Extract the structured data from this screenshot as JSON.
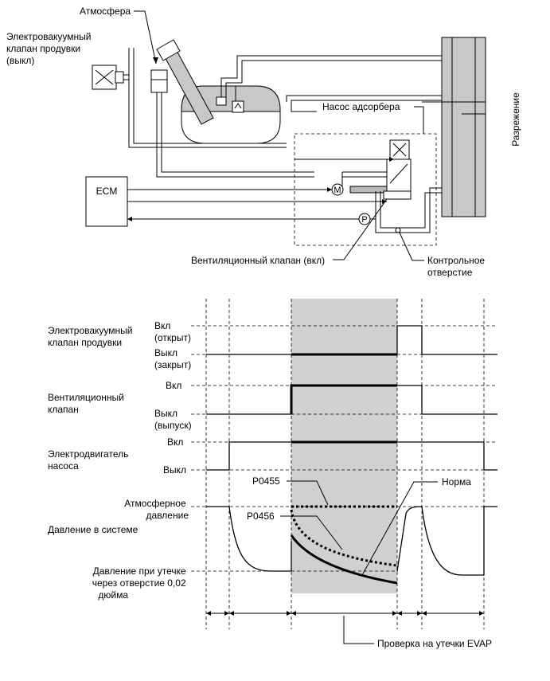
{
  "top_diagram": {
    "atmosphere_label": "Атмосфера",
    "purge_valve_label": [
      "Электровакуумный",
      "клапан продувки",
      "(выкл)"
    ],
    "ecm_label": "ECM",
    "canister_pump_label": "Насос адсорбера",
    "vacuum_label": "Разрежение",
    "vent_valve_label": "Вентиляционный клапан (вкл)",
    "reference_orifice_label": [
      "Контрольное",
      "отверстие"
    ],
    "motor_symbol": "M",
    "pressure_symbol": "P"
  },
  "timing_chart": {
    "rows": [
      {
        "name": [
          "Электровакуумный",
          "клапан продувки"
        ],
        "high_state": [
          "Вкл",
          "(открыт)"
        ],
        "low_state": [
          "Выкл",
          "(закрыт)"
        ]
      },
      {
        "name": [
          "Вентиляционный",
          "клапан"
        ],
        "high_state": [
          "Вкл"
        ],
        "low_state": [
          "Выкл",
          "(выпуск)"
        ]
      },
      {
        "name": [
          "Электродвигатель",
          "насоса"
        ],
        "high_state": [
          "Вкл"
        ],
        "low_state": [
          "Выкл"
        ]
      },
      {
        "name": [
          "Давление в системе"
        ],
        "high_state": [
          "Атмосферное",
          "давление"
        ],
        "low_state": [
          "Давление при утечке",
          "через отверстие 0,02",
          "дюйма"
        ]
      }
    ],
    "curve_labels": {
      "p0455": "P0455",
      "p0456": "P0456",
      "normal": "Норма"
    },
    "evap_check_label": "Проверка на утечки EVAP"
  }
}
